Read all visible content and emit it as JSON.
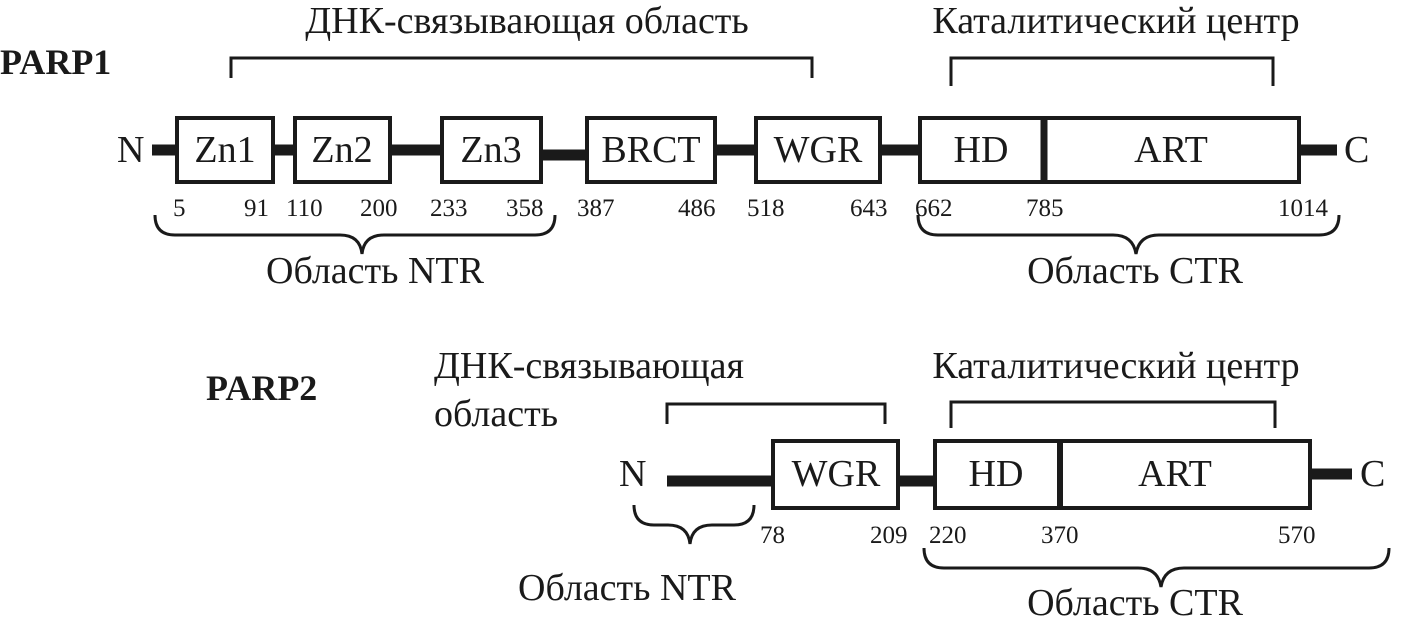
{
  "parp1": {
    "title": "PARP1",
    "dna_binding_label": "ДНК-связывающая область",
    "catalytic_label": "Каталитический центр",
    "n_terminus": "N",
    "c_terminus": "C",
    "domains": [
      "Zn1",
      "Zn2",
      "Zn3",
      "BRCT",
      "WGR",
      "HD",
      "ART"
    ],
    "positions": [
      "5",
      "91",
      "110",
      "200",
      "233",
      "358",
      "387",
      "486",
      "518",
      "643",
      "662",
      "785",
      "1014"
    ],
    "ntr_label": "Область NTR",
    "ctr_label": "Область CTR"
  },
  "parp2": {
    "title": "PARP2",
    "dna_binding_label_line1": "ДНК-связывающая",
    "dna_binding_label_line2": "область",
    "catalytic_label": "Каталитический центр",
    "n_terminus": "N",
    "c_terminus": "C",
    "domains": [
      "WGR",
      "HD",
      "ART"
    ],
    "positions": [
      "78",
      "209",
      "220",
      "370",
      "570"
    ],
    "ntr_label": "Область NTR",
    "ctr_label": "Область CTR"
  }
}
